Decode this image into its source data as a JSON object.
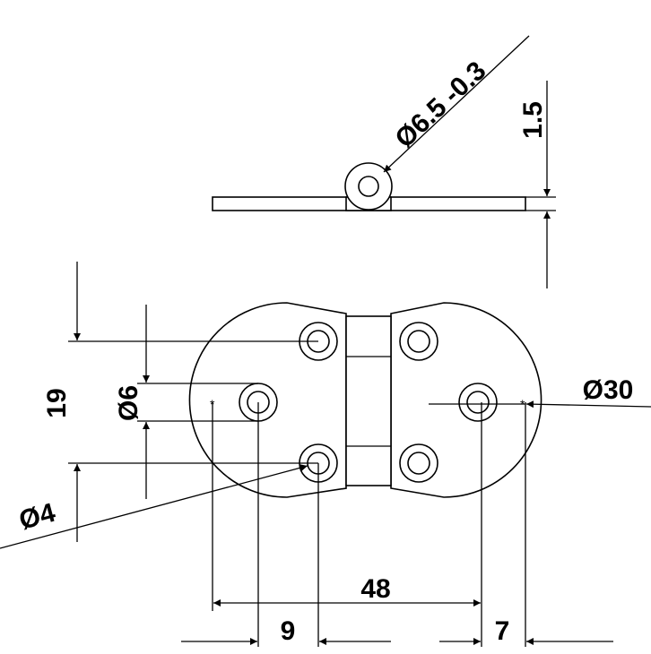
{
  "drawing": {
    "dimensions": {
      "pin_diameter": "Ø6.5 -0.3",
      "leaf_thickness": "1.5",
      "hole_spacing": "19",
      "countersink_diameter": "Ø6",
      "hole_diameter": "Ø4",
      "outer_diameter": "Ø30",
      "overall_length": "48",
      "hole_edge_offset_left": "9",
      "hole_edge_offset_right": "7"
    }
  }
}
